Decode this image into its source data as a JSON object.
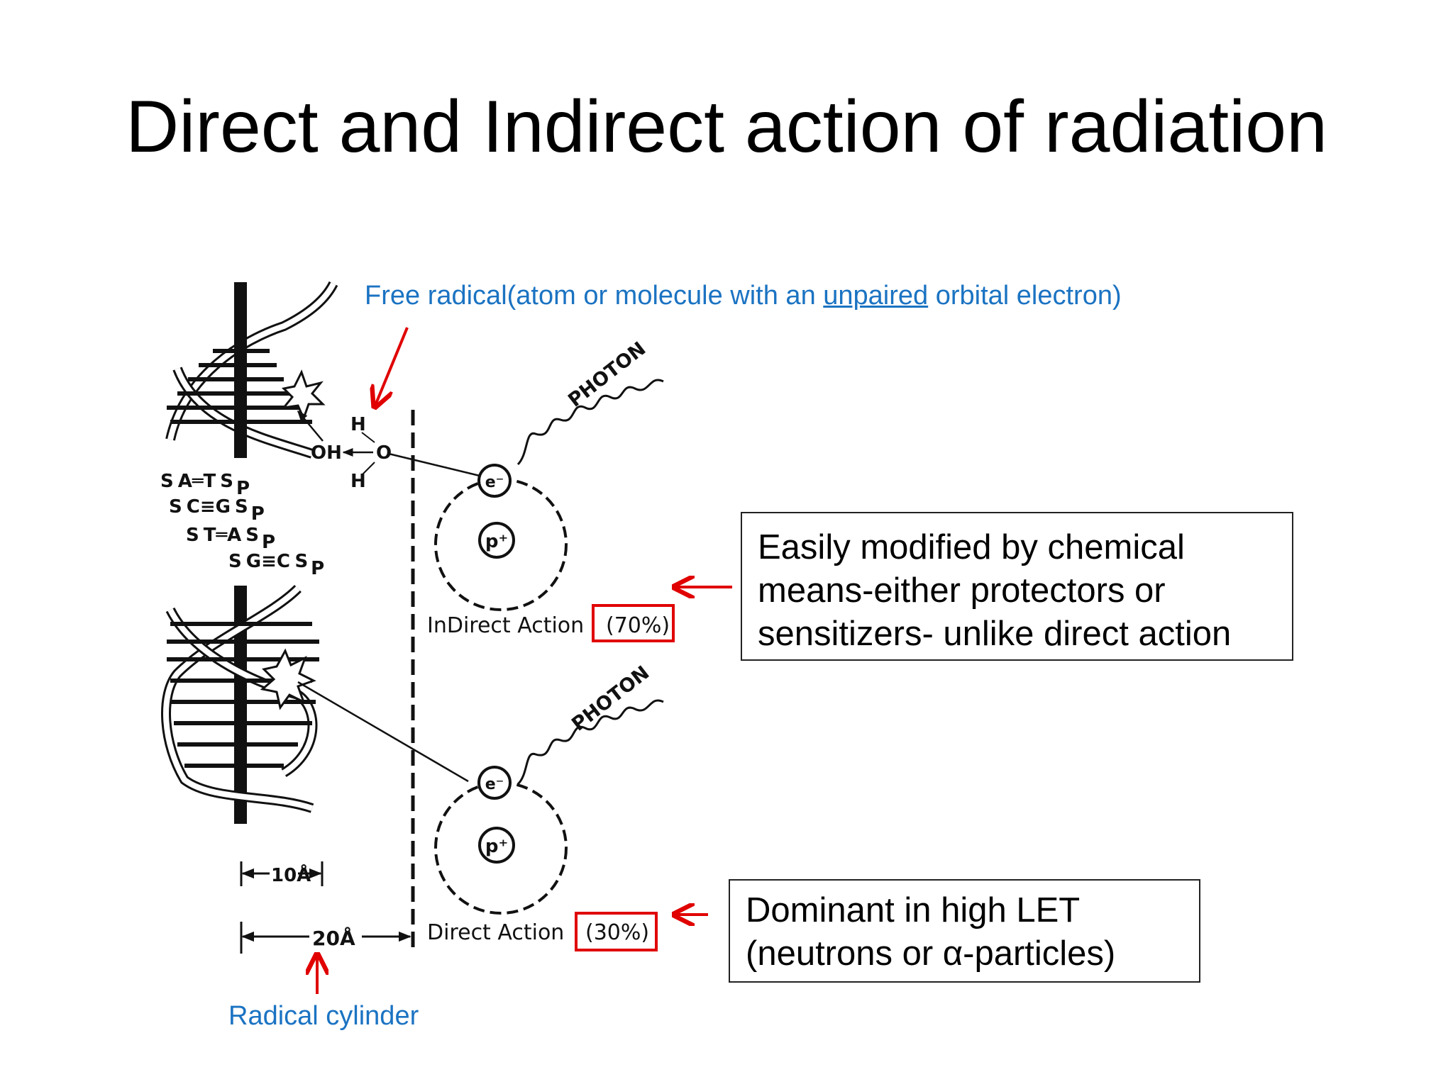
{
  "slide": {
    "title": "Direct and Indirect action of radiation"
  },
  "annotations": {
    "free_radical": {
      "prefix": "Free radical(atom or molecule with an ",
      "underlined": "unpaired",
      "suffix": " orbital electron)"
    },
    "radical_cylinder": "Radical cylinder"
  },
  "notes": {
    "indirect": [
      "Easily modified by chemical",
      "means-either protectors or",
      "sensitizers- unlike direct action"
    ],
    "direct": [
      "Dominant in high LET",
      "(neutrons or α-particles)"
    ]
  },
  "diagram": {
    "photon_label": "PHOTON",
    "electron_label": "e⁻",
    "proton_label": "p⁺",
    "hydroxyl": "OH",
    "oxygen": "O",
    "hydrogen": "H",
    "indirect_label": "InDirect Action",
    "indirect_percent": "(70%)",
    "direct_label": "Direct Action",
    "direct_percent": "(30%)",
    "dim_10": "10Å",
    "dim_20": "20Å",
    "base_pairs": [
      {
        "left": "S",
        "pair": "A═T",
        "right": "S",
        "side": "P"
      },
      {
        "left": "S",
        "pair": "C≡G",
        "right": "S",
        "side": "P"
      },
      {
        "left": "S",
        "pair": "T═A",
        "right": "S",
        "side": "P"
      },
      {
        "left": "S",
        "pair": "G≡C",
        "right": "S",
        "side": "P"
      }
    ],
    "highlight_color": "#e00000",
    "annotation_color": "#1b73c2"
  }
}
